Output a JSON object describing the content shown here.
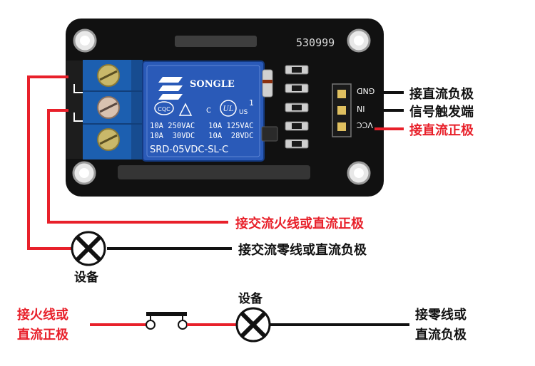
{
  "board": {
    "model_code": "530999",
    "pins": [
      "GND",
      "IN",
      "VCC"
    ]
  },
  "relay": {
    "brand": "SONGLE",
    "spec_line1": "10A 250VAC   10A 125VAC",
    "spec_line2": "10A  30VDC   10A  28VDC",
    "model": "SRD-05VDC-SL-C",
    "pin_mark": "1",
    "cert_c": "C",
    "cert_us": "US",
    "cqc": "CQC"
  },
  "labels": {
    "gnd_side": "接直流负极",
    "in_side": "信号触发端",
    "vcc_side": "接直流正极",
    "no_terminal": "接交流火线或直流正极",
    "com_terminal": "接交流零线或直流负极",
    "device_top": "设备",
    "switch_left_line1": "接火线或",
    "switch_left_line2": "直流正极",
    "device_bottom": "设备",
    "switch_right_line1": "接零线或",
    "switch_right_line2": "直流负极"
  },
  "colors": {
    "board": "#111111",
    "relay_blue": "#2a5ab8",
    "terminal_blue": "#1c5fb0",
    "hot_wire": "#e8202a",
    "neutral_wire": "#111111",
    "led": "#cfcfcf"
  }
}
